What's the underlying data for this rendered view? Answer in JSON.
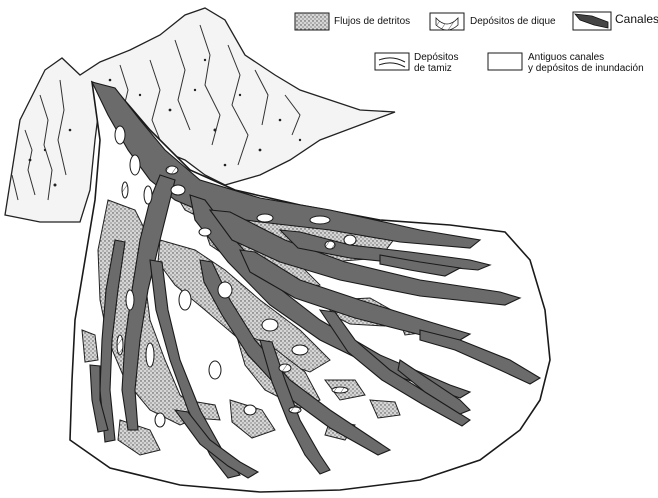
{
  "legend": {
    "debris_flows": "Flujos de detritos",
    "levee_deposits": "Depósitos de dique",
    "channels": "Canales",
    "sieve_deposits": [
      "Depósitos",
      "de tamiz"
    ],
    "old_channels": [
      "Antiguos canales",
      "y depósitos de inundación"
    ]
  },
  "colors": {
    "channel": "#6b6b6b",
    "debris": "#cfcfcf",
    "fan": "#ffffff",
    "ink": "#1a1a1a"
  }
}
